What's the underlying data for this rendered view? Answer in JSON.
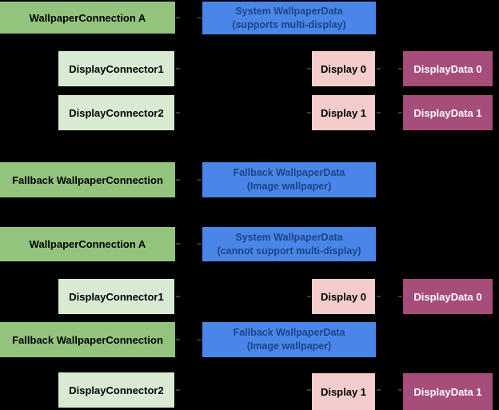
{
  "colors": {
    "background": "#000000",
    "connection_green": "#93c47d",
    "connector_light_green": "#d9ead3",
    "wallpaper_blue": "#4a86e8",
    "wallpaper_blue_text": "#1c4587",
    "display_pink": "#f4cccc",
    "display_data_magenta": "#a64d79",
    "magenta_text": "#ffffff"
  },
  "scenario_multi_display": {
    "wallpaper_connection": "WallpaperConnection A",
    "system_wallpaper_data_line1": "System WallpaperData",
    "system_wallpaper_data_line2": "(supports multi-display)",
    "display_connector_1": "DisplayConnector1",
    "display_0": "Display 0",
    "display_data_0": "DisplayData 0",
    "display_connector_2": "DisplayConnector2",
    "display_1": "Display 1",
    "display_data_1": "DisplayData 1",
    "fallback_wallpaper_connection": "Fallback WallpaperConnection",
    "fallback_wallpaper_data_line1": "Fallback WallpaperData",
    "fallback_wallpaper_data_line2": "(Image wallpaper)"
  },
  "scenario_single_display": {
    "wallpaper_connection": "WallpaperConnection A",
    "system_wallpaper_data_line1": "System WallpaperData",
    "system_wallpaper_data_line2": "(cannot support multi-display)",
    "display_connector_1": "DisplayConnector1",
    "display_0": "Display 0",
    "display_data_0": "DisplayData 0",
    "fallback_wallpaper_connection": "Fallback WallpaperConnection",
    "fallback_wallpaper_data_line1": "Fallback WallpaperData",
    "fallback_wallpaper_data_line2": "(Image wallpaper)",
    "display_connector_2": "DisplayConnector2",
    "display_1": "Display 1",
    "display_data_1": "DisplayData 1"
  }
}
